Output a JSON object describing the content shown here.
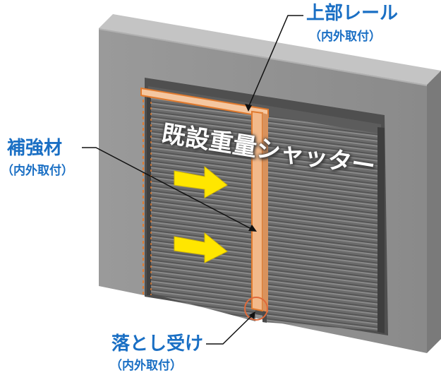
{
  "title": "既設重量シャッター",
  "callouts": {
    "top_rail": {
      "label": "上部レール",
      "sub": "（内外取付）"
    },
    "reinforcement": {
      "label": "補強材",
      "sub": "（内外取付）"
    },
    "drop_receiver": {
      "label": "落とし受け",
      "sub": "（内外取付）"
    }
  },
  "colors": {
    "label_blue": "#1a6fc4",
    "wall_gray": "#8e8e8e",
    "shutter_gray": "#6f6f6f",
    "frame_orange": "#e07a2e",
    "arrow_yellow": "#ffe600",
    "marker_circle": "#e06a3a"
  },
  "icons": [
    "arrow-right-icon",
    "arrow-right-icon"
  ]
}
